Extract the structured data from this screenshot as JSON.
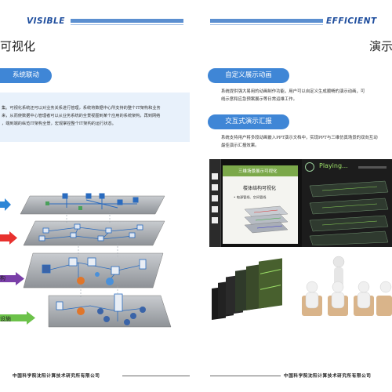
{
  "header": {
    "left_word": "VISIBLE",
    "right_word": "EFFICIENT"
  },
  "left": {
    "title": "可视化",
    "section_pill": "系统联动",
    "paragraph_lines": [
      "集。可视化系统还可以对业务关系进行管理，系统将数据中心所支持的整个IT架构和业务",
      "来，从而使数据中心管理者可以从业务系统的全景视图到某个应用的系统架构，再到网络",
      "，端到端的纵览IT架构全景，宏观掌控整个IT架构的运行状态。"
    ],
    "diagram_labels": {
      "label_3": "构",
      "label_4": "设施"
    }
  },
  "right": {
    "title": "演示",
    "pill_1": "自定义展示动画",
    "pill_1_lines": [
      "系统提供强大易用的动画制作功能，用户可以自定义生成顺畅的演示动画，可",
      "线示意和应急预案展示等日常运维工作。"
    ],
    "pill_2": "交互式演示汇报",
    "pill_2_lines": [
      "系统支持用户将多段动画嵌入PPT演示文档中，实现PPT与三维仿真场景的双向互动",
      "最佳演示汇报效果。"
    ],
    "screenshot": {
      "slide_title": "三维场景展示可视化",
      "slide_heading": "楼体结构可视化",
      "slide_bullet": "• 电源管线、空间管线",
      "playing_label": "Playing..."
    }
  },
  "footer": {
    "left": "中国科学院沈阳计算技术研究所有限公司",
    "right": "中国科学院沈阳计算技术研究所有限公司"
  },
  "colors": {
    "header_text": "#1f4e9e",
    "pill_blue": "#3f86d6",
    "panel_bg": "#e8f1fb",
    "arrow_blue": "#2e86d6",
    "arrow_red": "#e8312e",
    "arrow_purple": "#7a3fa8",
    "arrow_green": "#6cc24a"
  }
}
